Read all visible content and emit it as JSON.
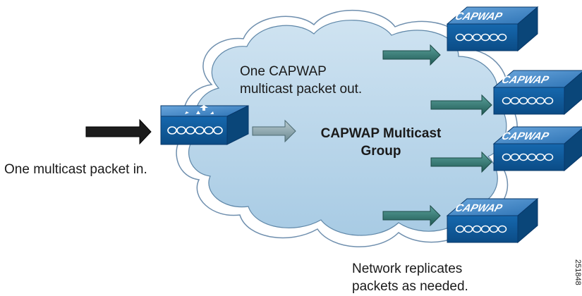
{
  "diagram": {
    "input_label": "One multicast packet in.",
    "cloud_label_lines": [
      "One CAPWAP",
      "multicast packet out."
    ],
    "group_label_lines": [
      "CAPWAP Multicast",
      "Group"
    ],
    "caption_lines": [
      "Network replicates",
      "packets as needed."
    ],
    "figure_id": "251848",
    "access_points": [
      {
        "label": "CAPWAP"
      },
      {
        "label": "CAPWAP"
      },
      {
        "label": "CAPWAP"
      },
      {
        "label": "CAPWAP"
      }
    ]
  },
  "colors": {
    "cloud_fill": "#b9d6ea",
    "cloud_stroke": "#5f87a8",
    "device_top": "#4d8cc8",
    "device_front": "#0f5a9c",
    "device_edge": "#08386a",
    "arrow_dark": "#2f6f6a",
    "arrow_gray": "#7f9aa2",
    "arrow_black": "#1c1c1c"
  }
}
